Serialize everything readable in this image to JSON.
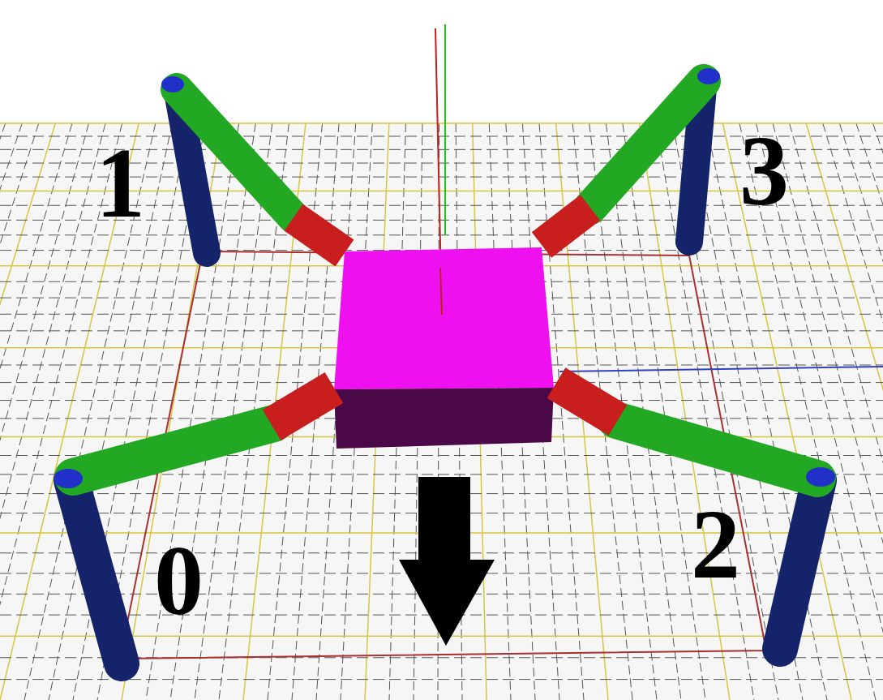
{
  "diagram": {
    "labels": [
      "1",
      "3",
      "0",
      "2"
    ]
  }
}
